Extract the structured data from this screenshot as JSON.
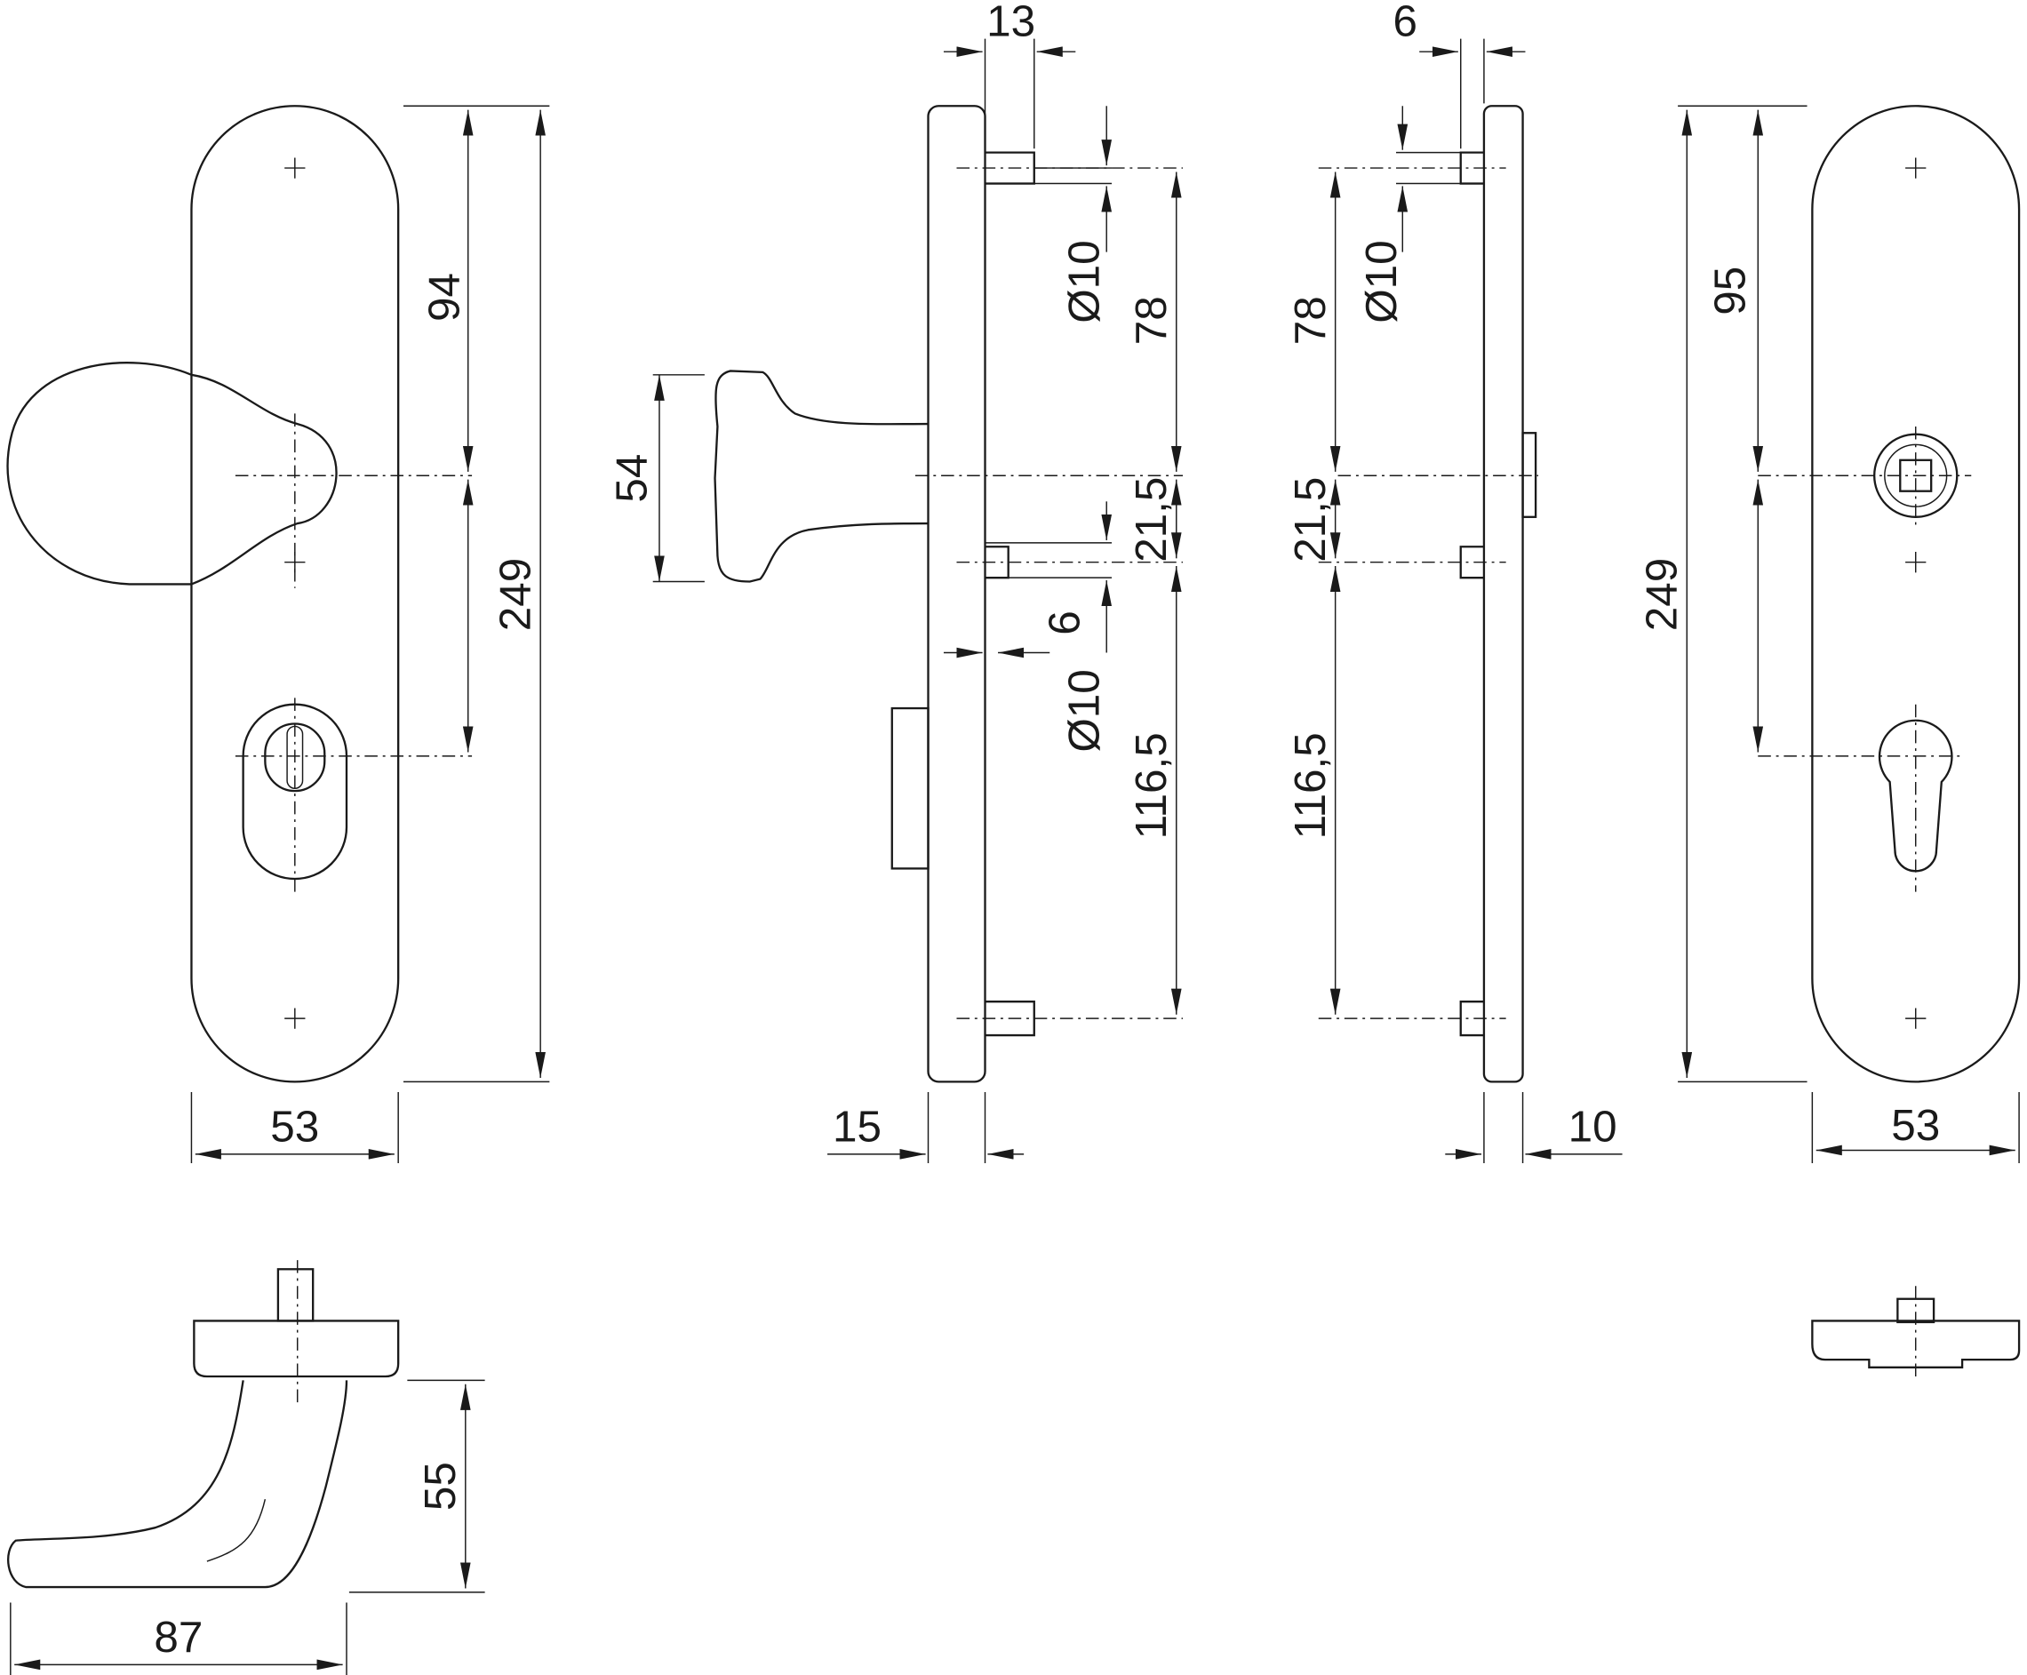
{
  "drawing": {
    "front_view_left": {
      "dim_top_to_center": "94",
      "dim_total_height": "249",
      "dim_width": "53"
    },
    "side_view_left": {
      "dim_pin_length": "13",
      "dim_pin_diameter_top": "Ø10",
      "dim_knob_height": "54",
      "dim_upper_spacing": "78",
      "dim_center_to_pin": "21,5",
      "dim_plate_step": "6",
      "dim_pin_diameter_mid": "Ø10",
      "dim_lower_spacing": "116,5",
      "dim_plate_thickness": "15"
    },
    "side_view_right": {
      "dim_pin_length": "6",
      "dim_pin_diameter": "Ø10",
      "dim_upper_spacing": "78",
      "dim_center_to_pin": "21,5",
      "dim_lower_spacing": "116,5",
      "dim_plate_thickness": "10"
    },
    "front_view_right": {
      "dim_top_to_center": "95",
      "dim_total_height": "249",
      "dim_width": "53"
    },
    "lever_view": {
      "dim_height": "55",
      "dim_length": "87"
    }
  }
}
